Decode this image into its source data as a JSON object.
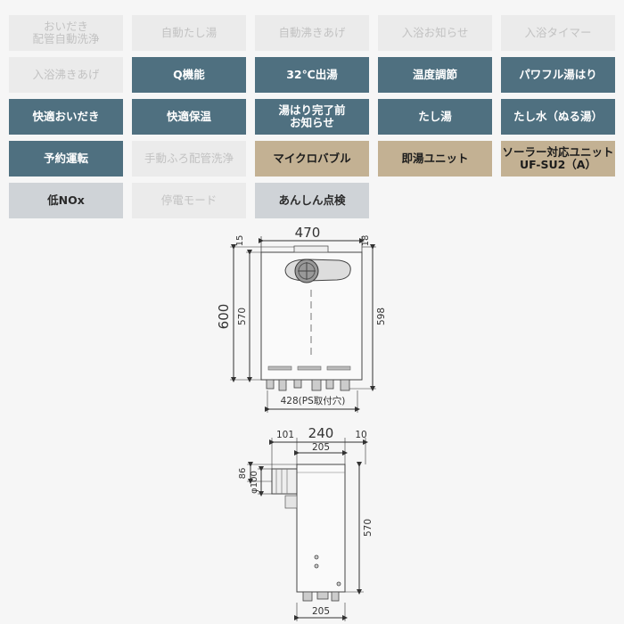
{
  "features": [
    {
      "label": "おいだき\n配管自動洗浄",
      "state": "off"
    },
    {
      "label": "自動たし湯",
      "state": "off"
    },
    {
      "label": "自動沸きあげ",
      "state": "off"
    },
    {
      "label": "入浴お知らせ",
      "state": "off"
    },
    {
      "label": "入浴タイマー",
      "state": "off"
    },
    {
      "label": "入浴沸きあげ",
      "state": "off"
    },
    {
      "label": "Q機能",
      "state": "on"
    },
    {
      "label": "32℃出湯",
      "state": "on"
    },
    {
      "label": "温度調節",
      "state": "on"
    },
    {
      "label": "パワフル湯はり",
      "state": "on"
    },
    {
      "label": "快適おいだき",
      "state": "on"
    },
    {
      "label": "快適保温",
      "state": "on"
    },
    {
      "label": "湯はり完了前\nお知らせ",
      "state": "on"
    },
    {
      "label": "たし湯",
      "state": "on"
    },
    {
      "label": "たし水（ぬる湯）",
      "state": "on"
    },
    {
      "label": "予約運転",
      "state": "on"
    },
    {
      "label": "手動ふろ配管洗浄",
      "state": "off"
    },
    {
      "label": "マイクロバブル",
      "state": "option"
    },
    {
      "label": "即湯ユニット",
      "state": "option"
    },
    {
      "label": "ソーラー対応ユニット\nUF-SU2（A）",
      "state": "option"
    },
    {
      "label": "低NOx",
      "state": "grey"
    },
    {
      "label": "停電モード",
      "state": "off"
    },
    {
      "label": "あんしん点検",
      "state": "grey"
    }
  ],
  "colors": {
    "on": "#4f7080",
    "off": "#ebebeb",
    "option": "#c3b193",
    "grey": "#cfd3d7"
  },
  "front_view": {
    "width": "470",
    "top_left": "15",
    "top_right": "18",
    "height_total": "600",
    "height_body": "570",
    "height_right": "598",
    "bottom": "428(PS取付穴)"
  },
  "side_view": {
    "depth": "240",
    "offset_left": "101",
    "offset_right": "10",
    "depth_top": "205",
    "pipe_offset": "86",
    "pipe_diameter": "φ100",
    "height": "570",
    "depth_bottom": "205"
  }
}
